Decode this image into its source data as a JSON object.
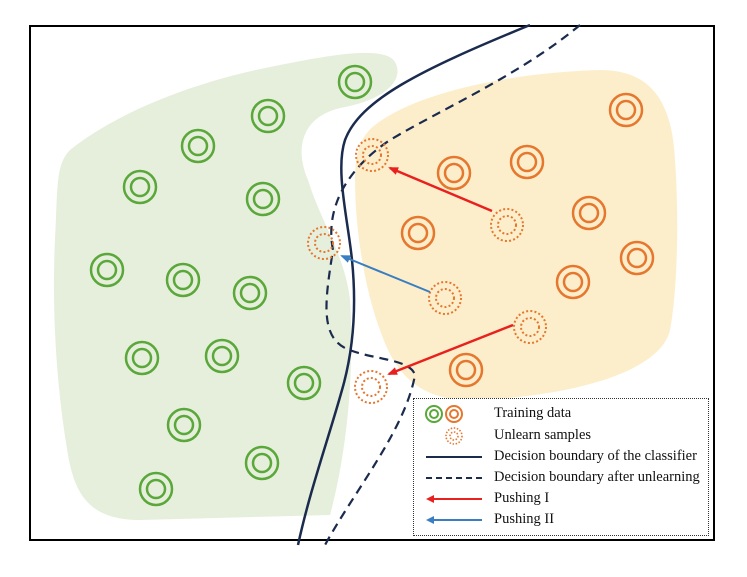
{
  "colors": {
    "green_region": "#e6efdc",
    "orange_region": "#fdeecb",
    "green_ring": "#5aa73a",
    "orange_ring": "#e5772f",
    "boundary": "#1b2b4e",
    "pushing_1": "#e8201e",
    "pushing_2": "#3a7ec2"
  },
  "icons": {
    "training": "double-ring-icon",
    "unlearn": "dotted-double-ring-icon"
  },
  "legend": {
    "training_data": "Training data",
    "unlearn_samples": "Unlearn samples",
    "boundary_classifier": "Decision boundary of the classifier",
    "boundary_unlearning": "Decision boundary after unlearning",
    "pushing_1": "Pushing I",
    "pushing_2": "Pushing II"
  }
}
